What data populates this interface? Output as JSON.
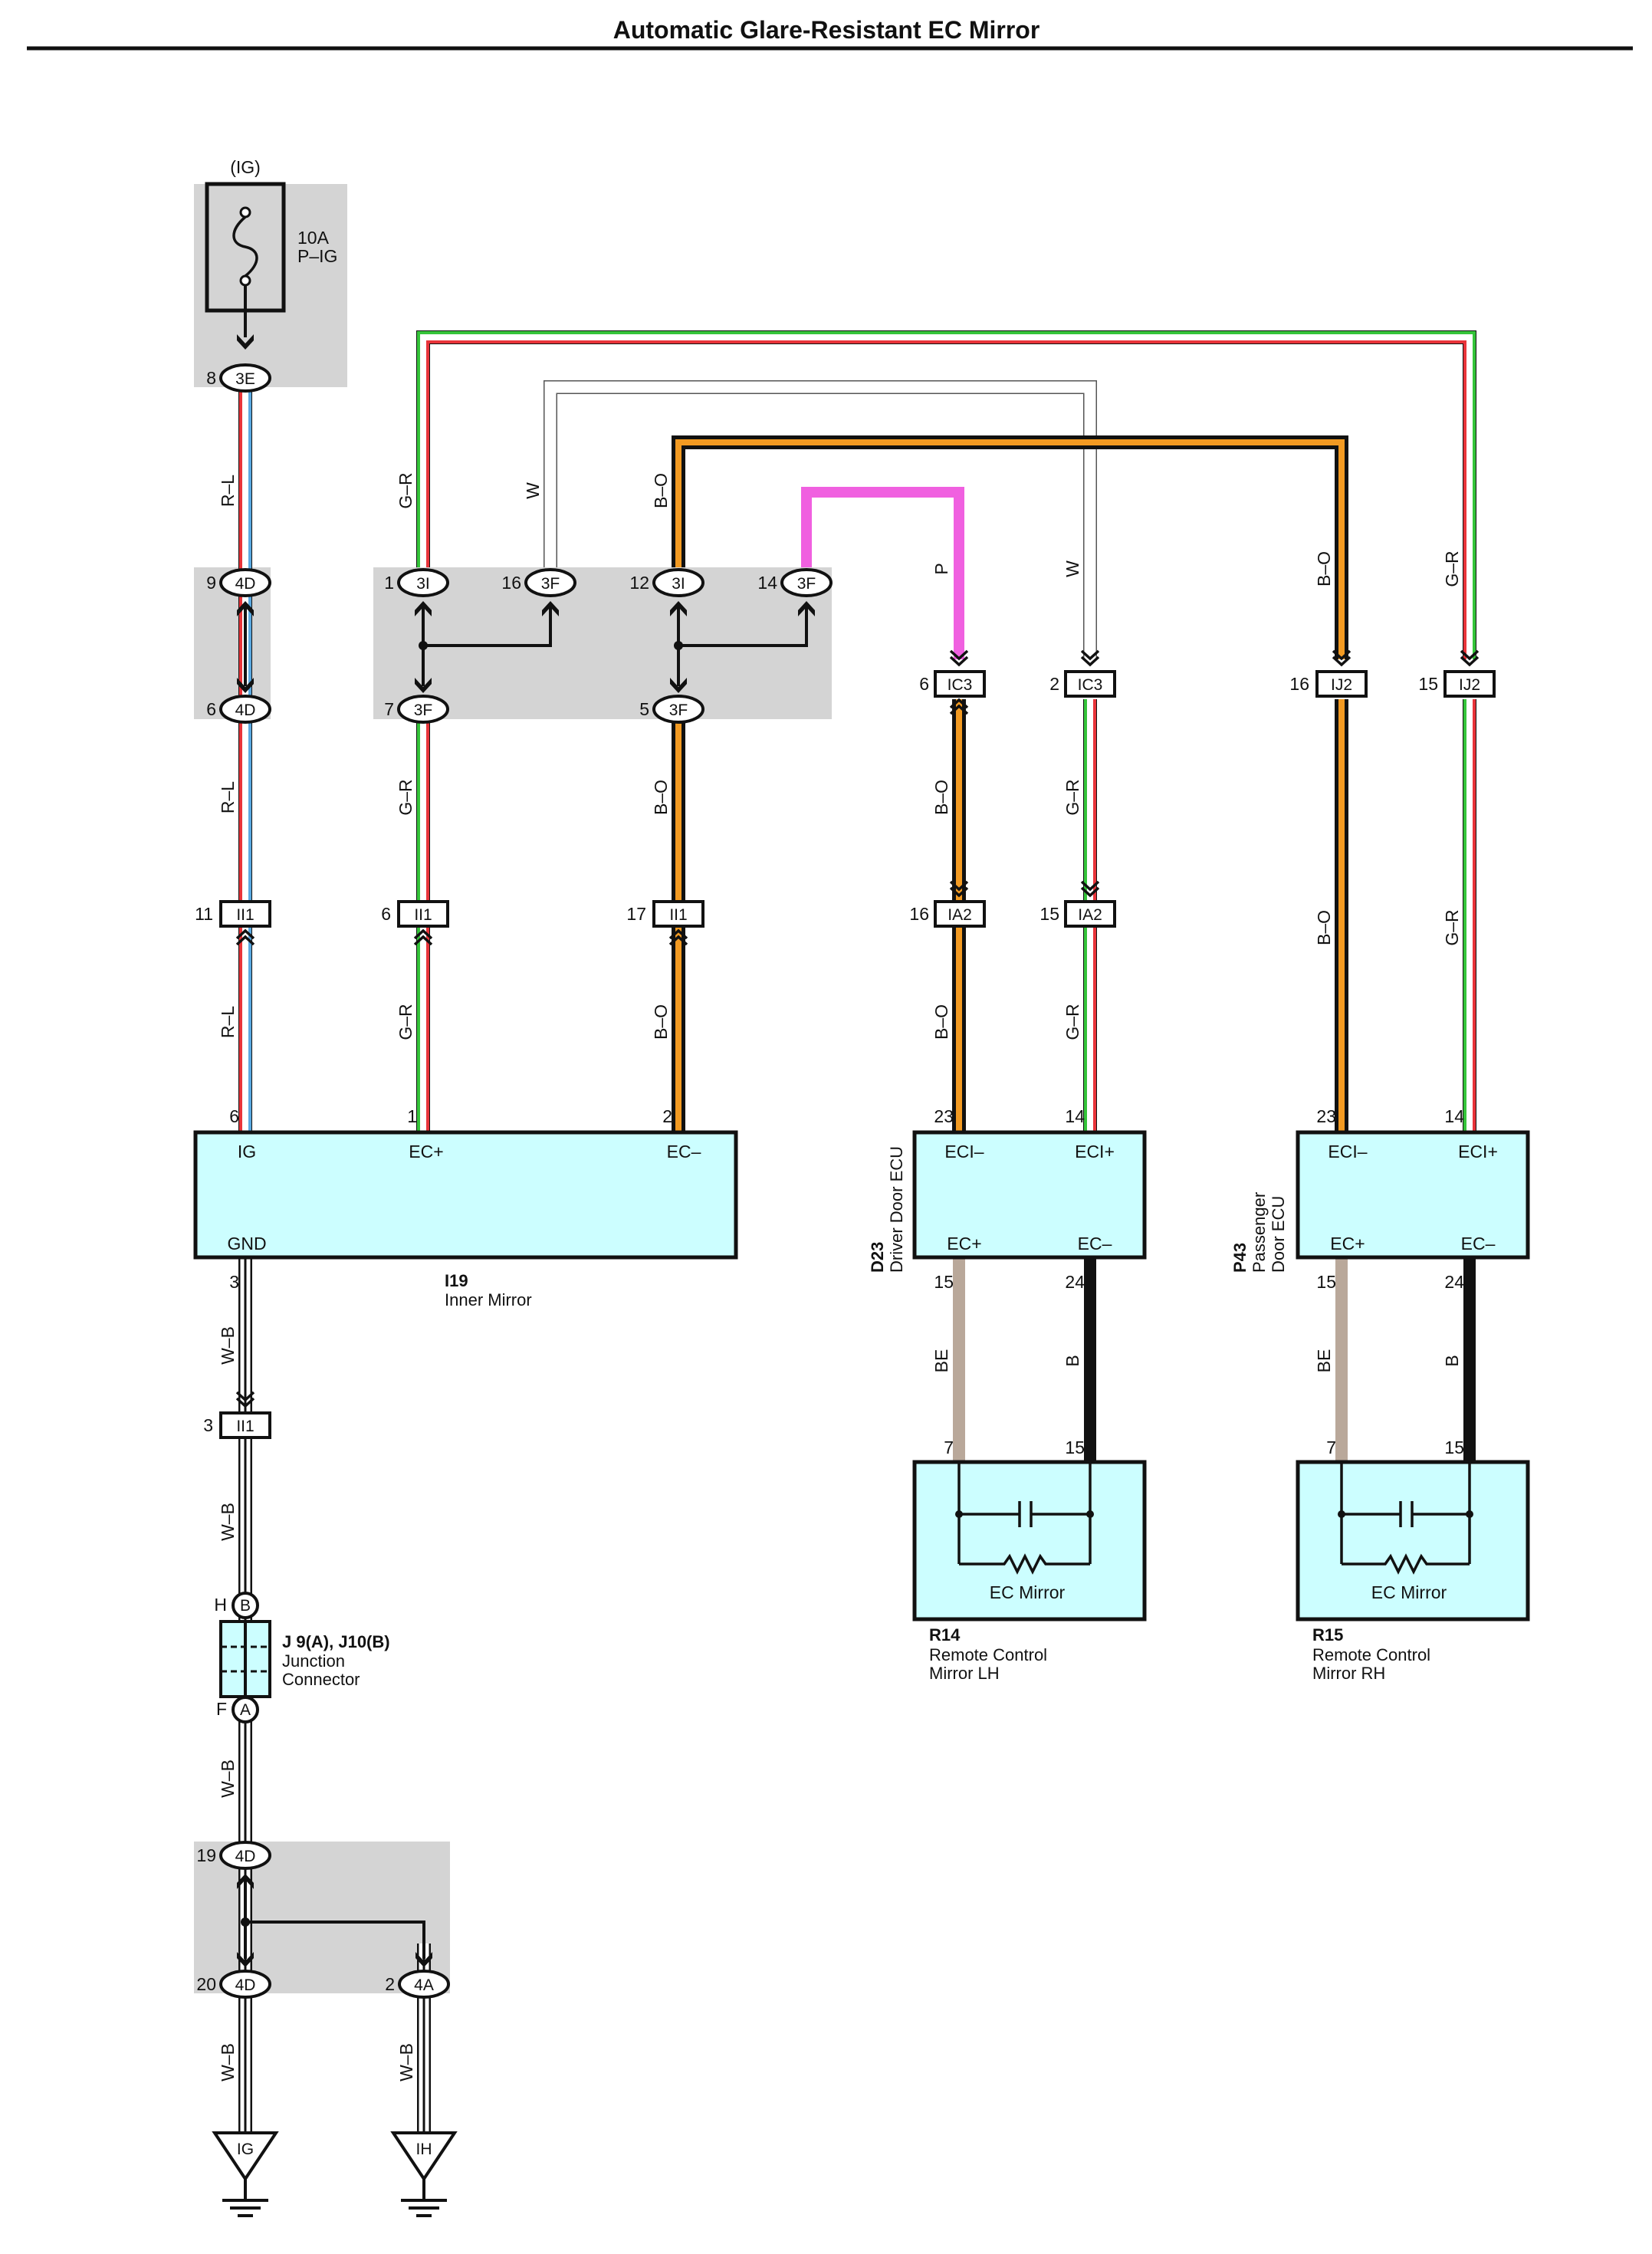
{
  "title": "Automatic Glare-Resistant EC Mirror",
  "colors": {
    "red": "#e8343a",
    "blue": "#5aa8e0",
    "green": "#35c43a",
    "orange": "#f29a22",
    "black": "#111111",
    "white": "#ffffff",
    "pink": "#f060e0",
    "beige": "#b9a89a",
    "connector_fill": "#ccfeff",
    "gray_area": "#d4d4d4"
  },
  "fuse": {
    "mode": "(IG)",
    "rating": "10A",
    "name": "P–IG"
  },
  "wire_codes": {
    "rl": "R–L",
    "gr": "G–R",
    "w": "W",
    "bo": "B–O",
    "p": "P",
    "wb": "W–B",
    "be": "BE",
    "b": "B"
  },
  "connectors": {
    "c3E": {
      "id": "3E",
      "pin": "8"
    },
    "c4D_9": {
      "id": "4D",
      "pin": "9"
    },
    "c4D_6": {
      "id": "4D",
      "pin": "6"
    },
    "c3I_1": {
      "id": "3I",
      "pin": "1"
    },
    "c3F_16": {
      "id": "3F",
      "pin": "16"
    },
    "c3I_12": {
      "id": "3I",
      "pin": "12"
    },
    "c3F_14": {
      "id": "3F",
      "pin": "14"
    },
    "c3F_7": {
      "id": "3F",
      "pin": "7"
    },
    "c3F_5": {
      "id": "3F",
      "pin": "5"
    },
    "cIC3_6": {
      "id": "IC3",
      "pin": "6"
    },
    "cIC3_2": {
      "id": "IC3",
      "pin": "2"
    },
    "cIJ2_16": {
      "id": "IJ2",
      "pin": "16"
    },
    "cIJ2_15": {
      "id": "IJ2",
      "pin": "15"
    },
    "cII1_11": {
      "id": "II1",
      "pin": "11"
    },
    "cII1_6": {
      "id": "II1",
      "pin": "6"
    },
    "cII1_17": {
      "id": "II1",
      "pin": "17"
    },
    "cIA2_16": {
      "id": "IA2",
      "pin": "16"
    },
    "cIA2_15": {
      "id": "IA2",
      "pin": "15"
    },
    "cII1_3": {
      "id": "II1",
      "pin": "3"
    },
    "c4D_19": {
      "id": "4D",
      "pin": "19"
    },
    "c4D_20": {
      "id": "4D",
      "pin": "20"
    },
    "c4A_2": {
      "id": "4A",
      "pin": "2"
    }
  },
  "inner_mirror": {
    "code": "I19",
    "name": "Inner Mirror",
    "pin_ig": "6",
    "pin_ecp": "1",
    "pin_ecm": "2",
    "pin_gnd": "3",
    "label_ig": "IG",
    "label_ecp": "EC+",
    "label_ecm": "EC–",
    "label_gnd": "GND"
  },
  "driver_ecu": {
    "code": "D23",
    "name": "Driver Door ECU",
    "pin_ecim": "23",
    "pin_ecip": "14",
    "pin_ecp": "15",
    "pin_ecm": "24",
    "label_ecim": "ECI–",
    "label_ecip": "ECI+",
    "label_ecp": "EC+",
    "label_ecm": "EC–"
  },
  "passenger_ecu": {
    "code": "P43",
    "name_line1": "Passenger",
    "name_line2": "Door ECU",
    "pin_ecim": "23",
    "pin_ecip": "14",
    "pin_ecp": "15",
    "pin_ecm": "24",
    "label_ecim": "ECI–",
    "label_ecip": "ECI+",
    "label_ecp": "EC+",
    "label_ecm": "EC–"
  },
  "mirror_lh": {
    "code": "R14",
    "name_line1": "Remote Control",
    "name_line2": "Mirror LH",
    "element": "EC Mirror",
    "pin_a": "7",
    "pin_b": "15"
  },
  "mirror_rh": {
    "code": "R15",
    "name_line1": "Remote Control",
    "name_line2": "Mirror RH",
    "element": "EC Mirror",
    "pin_a": "7",
    "pin_b": "15"
  },
  "junction": {
    "code": "J 9(A), J10(B)",
    "name_line1": "Junction",
    "name_line2": "Connector",
    "pin_top": "H",
    "letter_top": "B",
    "pin_bottom": "F",
    "letter_bottom": "A"
  },
  "grounds": {
    "g1": "IG",
    "g2": "IH"
  }
}
